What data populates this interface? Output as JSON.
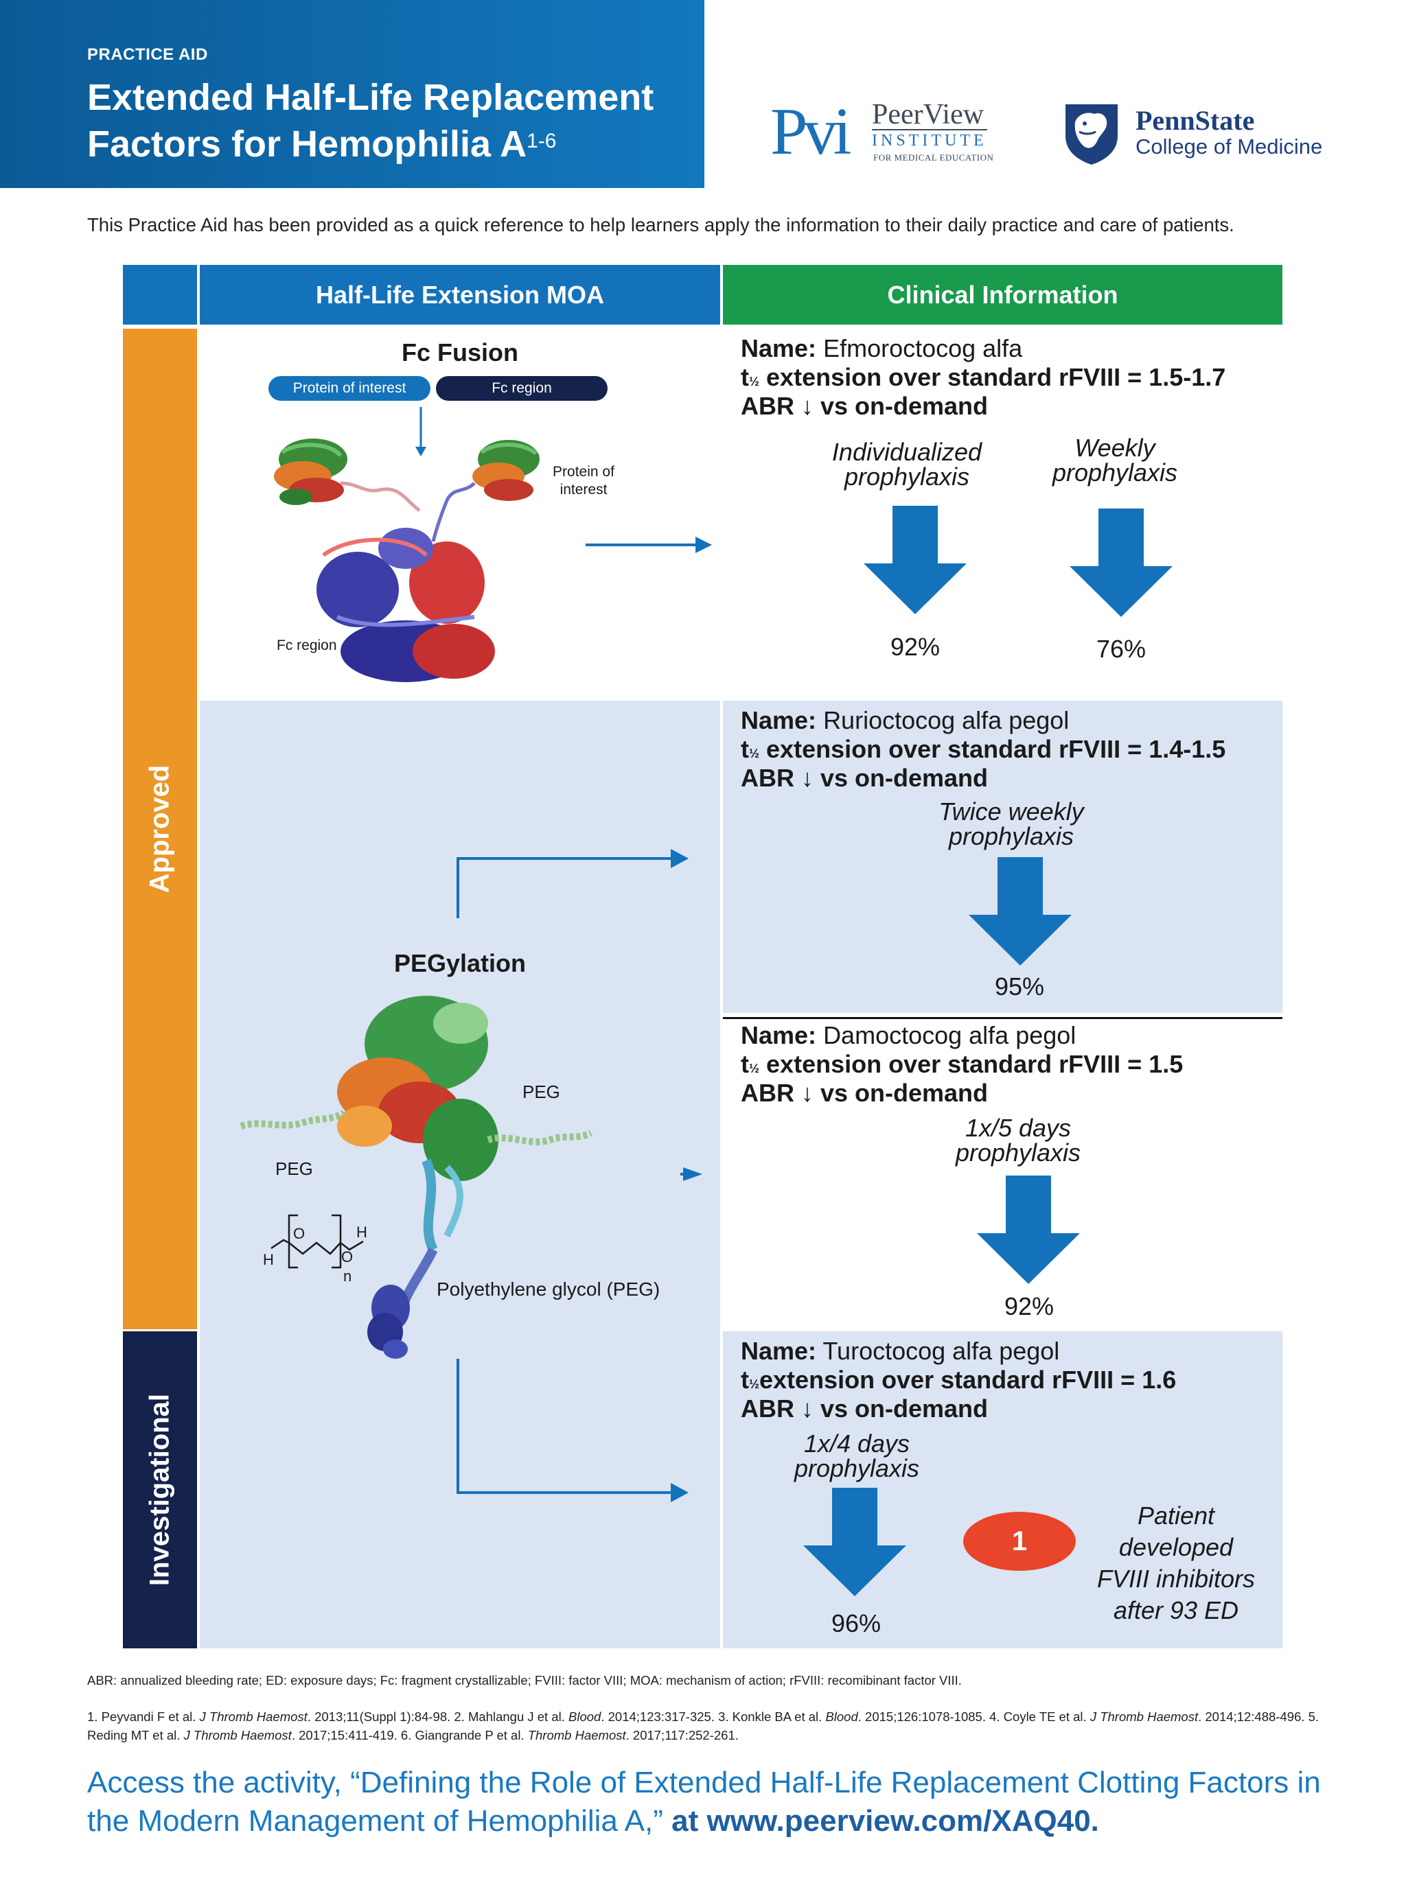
{
  "header": {
    "eyebrow": "PRACTICE AID",
    "title": "Extended Half-Life Replacement Factors for Hemophilia A",
    "title_sup": "1-6"
  },
  "logos": {
    "pvi_mark": "Pvi",
    "pvi_name": "PeerView",
    "pvi_institute": "INSTITUTE",
    "pvi_tagline": "FOR MEDICAL EDUCATION",
    "psu_name": "PennState",
    "psu_sub": "College of Medicine"
  },
  "intro": "This Practice Aid has been provided as a quick reference to help learners apply the information to their daily practice and care of patients.",
  "table": {
    "col_moa": "Half-Life Extension MOA",
    "col_clinical": "Clinical Information",
    "row_approved": "Approved",
    "row_investigational": "Investigational"
  },
  "fc_fusion": {
    "title": "Fc Fusion",
    "pill_protein": "Protein of interest",
    "pill_fc": "Fc region",
    "label_protein": "Protein of interest",
    "label_fc": "Fc region"
  },
  "pegylation": {
    "title": "PEGylation",
    "label_peg_right": "PEG",
    "label_peg_left": "PEG",
    "chem_label": "Polyethylene glycol (PEG)",
    "chem_h_left": "H",
    "chem_o_left": "O",
    "chem_o_right": "O",
    "chem_h_right": "H",
    "chem_n": "n"
  },
  "labels": {
    "name": "Name:",
    "abr": "ABR ↓ vs on-demand",
    "t": "t",
    "half": "½"
  },
  "drugs": [
    {
      "name": "Efmoroctocog alfa",
      "extension": "extension over standard rFVIII = 1.5-1.7",
      "regimens": [
        {
          "label": "Individualized prophylaxis",
          "value": "92%"
        },
        {
          "label": "Weekly prophylaxis",
          "value": "76%"
        }
      ]
    },
    {
      "name": "Rurioctocog alfa pegol",
      "extension": "extension over standard rFVIII = 1.4-1.5",
      "regimens": [
        {
          "label": "Twice weekly prophylaxis",
          "value": "95%"
        }
      ]
    },
    {
      "name": "Damoctocog alfa pegol",
      "extension": "extension over standard rFVIII = 1.5",
      "regimens": [
        {
          "label": "1x/5 days prophylaxis",
          "value": "92%"
        }
      ]
    },
    {
      "name": "Turoctocog alfa pegol",
      "extension": "extension over standard rFVIII = 1.6",
      "regimens": [
        {
          "label": "1x/4 days prophylaxis",
          "value": "96%"
        }
      ],
      "inhibitor_count": "1",
      "inhibitor_text": "Patient developed FVIII inhibitors after 93 ED"
    }
  ],
  "colors": {
    "blue": "#1472bb",
    "green": "#1a9a4c",
    "orange": "#ec9627",
    "navy": "#14224c",
    "light_blue": "#dae4f3",
    "red": "#e8452a"
  },
  "footer": {
    "abbreviations": "ABR: annualized bleeding rate; ED: exposure days; Fc: fragment crystallizable; FVIII: factor VIII; MOA: mechanism of action; rFVIII: recomibinant factor VIII.",
    "refs": [
      {
        "pre": "1. Peyvandi F et al. ",
        "journal": "J Thromb Haemost",
        "post": ". 2013;11(Suppl 1):84-98. "
      },
      {
        "pre": "2. Mahlangu J et al. ",
        "journal": "Blood",
        "post": ". 2014;123:317-325. "
      },
      {
        "pre": "3. Konkle BA et al. ",
        "journal": "Blood",
        "post": ". 2015;126:1078-1085. "
      },
      {
        "pre": "4. Coyle TE et al. ",
        "journal": "J Thromb Haemost",
        "post": ". 2014;12:488-496. "
      },
      {
        "pre": "5. Reding MT et al. ",
        "journal": "J Thromb Haemost",
        "post": ". 2017;15:411-419. "
      },
      {
        "pre": "6. Giangrande P et al. ",
        "journal": "Thromb Haemost",
        "post": ". 2017;117:252-261."
      }
    ],
    "cta_text": "Access the activity, “Defining the Role of Extended Half-Life Replacement Clotting Factors in the Modern Management of Hemophilia A,”",
    "cta_link": "at www.peerview.com/XAQ40."
  }
}
